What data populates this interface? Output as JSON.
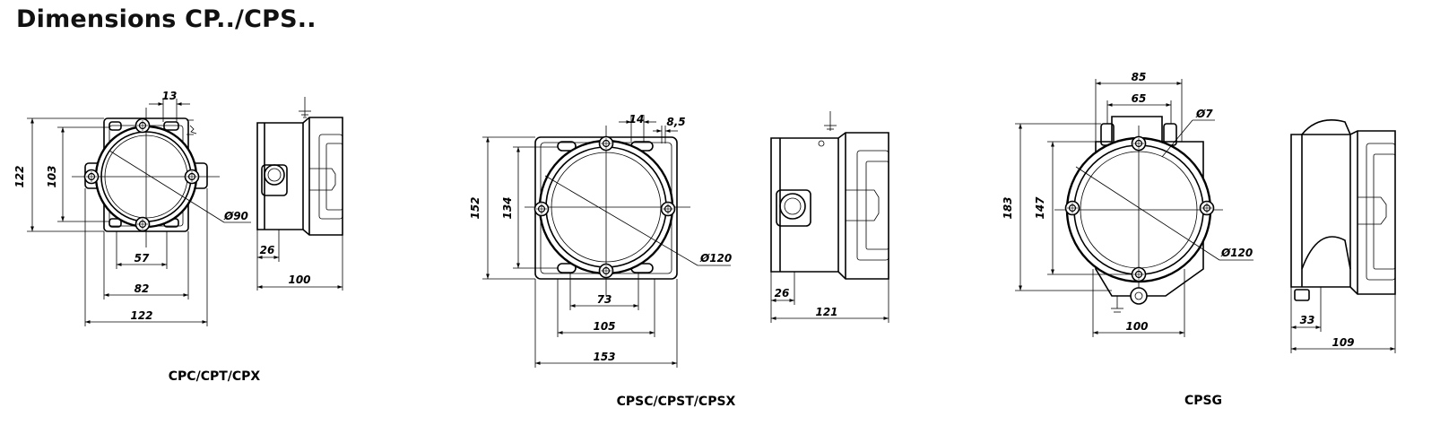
{
  "title": "Dimensions CP../CPS..",
  "models": [
    {
      "name": "CPC/CPT/CPX",
      "front": {
        "top": "13",
        "height": "122",
        "inner_height": "103",
        "diameter": "Ø90",
        "inner_width": "57",
        "mid_width": "82",
        "width": "122"
      },
      "side": {
        "offset": "26",
        "depth": "100"
      }
    },
    {
      "name": "CPSC/CPST/CPSX",
      "front": {
        "top_left": "14",
        "top_right": "8,5",
        "height": "152",
        "inner_height": "134",
        "diameter": "Ø120",
        "inner_width": "73",
        "mid_width": "105",
        "width": "153"
      },
      "side": {
        "offset": "26",
        "depth": "121"
      }
    },
    {
      "name": "CPSG",
      "front": {
        "top_outer": "85",
        "top_inner": "65",
        "hole": "Ø7",
        "height": "183",
        "inner_height": "147",
        "diameter": "Ø120",
        "width": "100"
      },
      "side": {
        "offset": "33",
        "depth": "109"
      }
    }
  ]
}
